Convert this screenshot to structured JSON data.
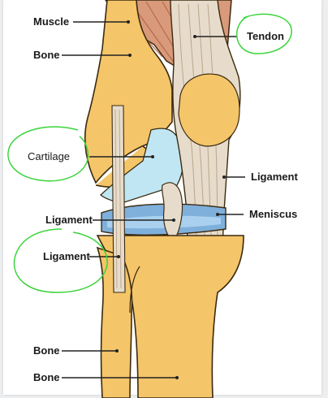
{
  "labels": {
    "muscle": "Muscle",
    "bone_upper": "Bone",
    "tendon": "Tendon",
    "cartilage": "Cartilage",
    "ligament_right": "Ligament",
    "meniscus": "Meniscus",
    "ligament_middle": "Ligament",
    "ligament_left": "Ligament",
    "bone_lower_1": "Bone",
    "bone_lower_2": "Bone"
  },
  "colors": {
    "bone": "#f5c56a",
    "bone_outline": "#3a2a10",
    "muscle": "#d89a7a",
    "muscle_stripe": "#b8684c",
    "tendon": "#e7dccb",
    "cartilage": "#bfe6f2",
    "meniscus": "#7fb0dc",
    "annotation": "#3ad43a"
  }
}
